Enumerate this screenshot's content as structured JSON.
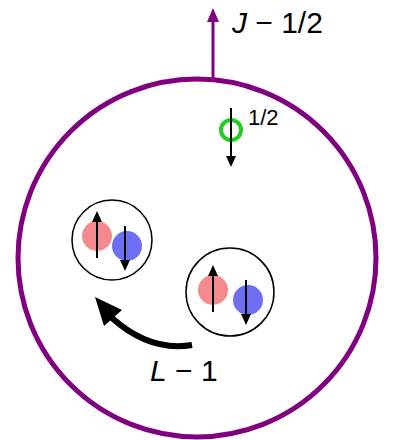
{
  "diagram": {
    "labels": [
      "J − 1/2",
      "1/2",
      "L − 1"
    ]
  }
}
